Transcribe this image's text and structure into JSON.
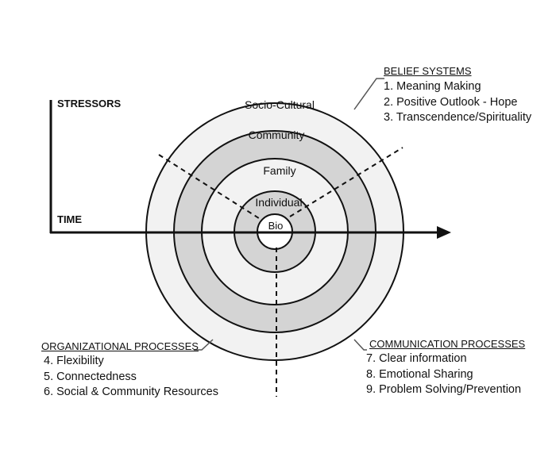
{
  "axes": {
    "stressors": "STRESSORS",
    "time": "TIME"
  },
  "rings": {
    "socio_cultural": "Socio-Cultural",
    "community": "Community",
    "family": "Family",
    "individual": "Individual",
    "bio": "Bio"
  },
  "belief_systems": {
    "heading": "BELIEF SYSTEMS",
    "items": [
      "1. Meaning Making",
      "2. Positive Outlook - Hope",
      "3. Transcendence/Spirituality"
    ]
  },
  "organizational_processes": {
    "heading": "ORGANIZATIONAL PROCESSES",
    "items": [
      "4. Flexibility",
      "5. Connectedness",
      "6. Social & Community Resources"
    ]
  },
  "communication_processes": {
    "heading": "COMMUNICATION PROCESSES",
    "items": [
      "7. Clear information",
      "8. Emotional Sharing",
      "9. Problem Solving/Prevention"
    ]
  },
  "colors": {
    "ring_light": "#f2f2f2",
    "ring_shaded": "#d4d4d4",
    "line": "#111111"
  }
}
